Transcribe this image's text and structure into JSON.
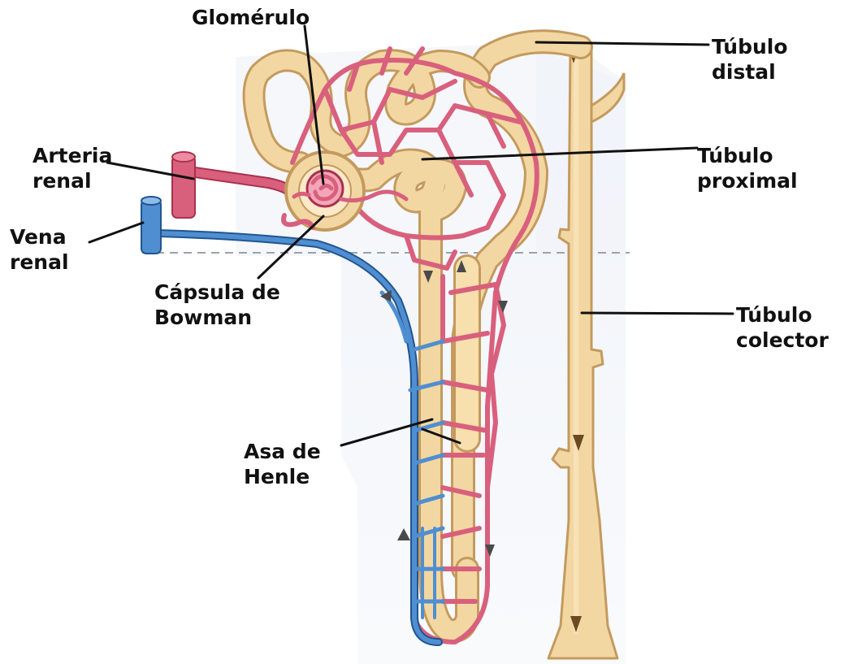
{
  "labels": {
    "glomerulo": "Glomérulo",
    "arteria_line1": "Arteria",
    "arteria_line2": "renal",
    "vena_line1": "Vena",
    "vena_line2": "renal",
    "capsula_line1": "Cápsula de",
    "capsula_line2": "Bowman",
    "asa_line1": "Asa de",
    "asa_line2": "Henle",
    "distal_line1": "Túbulo",
    "distal_line2": "distal",
    "proximal_line1": "Túbulo",
    "proximal_line2": "proximal",
    "colector_line1": "Túbulo",
    "colector_line2": "colector"
  },
  "colors": {
    "tubule": "#f3d7a2",
    "tubule_edge": "#c49a5e",
    "artery": "#d9607d",
    "artery_edge": "#a8324e",
    "vein": "#4f8fd1",
    "vein_edge": "#22558f",
    "background_panel": "#e6ecf5",
    "leader": "#111111"
  }
}
